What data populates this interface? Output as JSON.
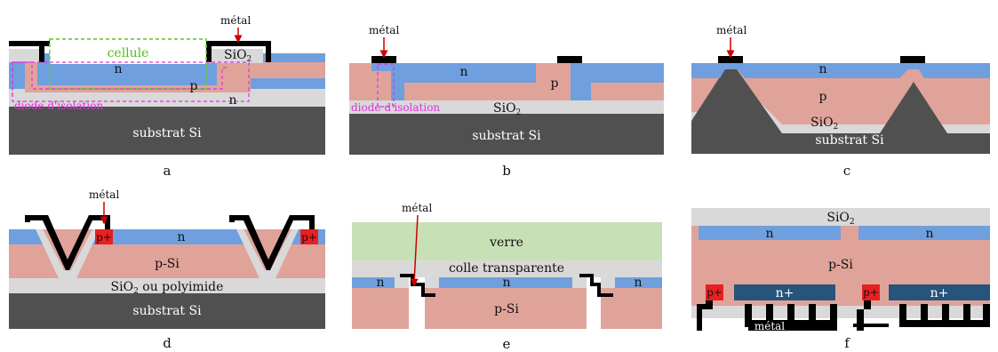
{
  "colors": {
    "n": "#6f9fde",
    "p": "#e0a39a",
    "oxide": "#d9d9d9",
    "substrate": "#505050",
    "metal": "#000000",
    "glass": "#c8e0b6",
    "p_plus": "#e82020",
    "n_plus": "#26547c",
    "cell_outline": "#66cc33",
    "isolation_outline": "#dd33dd",
    "arrow": "#cc0000"
  },
  "panels": {
    "a": {
      "caption": "a",
      "metal": "métal",
      "cell": "cellule",
      "n_top": "n",
      "p": "p",
      "n_bottom": "n",
      "oxide": "SiO",
      "oxide_sub": "2",
      "isolation": "diode d'isolation",
      "substrate": "substrat Si"
    },
    "b": {
      "caption": "b",
      "metal": "métal",
      "n": "n",
      "p": "p",
      "isolation": "diode d'isolation",
      "oxide": "SiO",
      "oxide_sub": "2",
      "substrate": "substrat Si"
    },
    "c": {
      "caption": "c",
      "metal": "métal",
      "n": "n",
      "p": "p",
      "oxide": "SiO",
      "oxide_sub": "2",
      "substrate": "substrat Si"
    },
    "d": {
      "caption": "d",
      "metal": "métal",
      "p_plus_left": "p+",
      "p_plus_right": "p+",
      "n": "n",
      "p_si": "p-Si",
      "oxide": "SiO",
      "oxide_sub": "2",
      "oxide_rest": " ou polyimide",
      "substrate": "substrat Si"
    },
    "e": {
      "caption": "e",
      "metal": "métal",
      "glass": "verre",
      "glue": "colle transparente",
      "n_left": "n",
      "n_mid": "n",
      "n_right": "n",
      "p_si": "p-Si"
    },
    "f": {
      "caption": "f",
      "oxide": "SiO",
      "oxide_sub": "2",
      "n_left": "n",
      "n_right": "n",
      "p_si": "p-Si",
      "p_plus_left": "p+",
      "p_plus_right": "p+",
      "n_plus_left": "n+",
      "n_plus_right": "n+",
      "metal": "métal"
    }
  }
}
